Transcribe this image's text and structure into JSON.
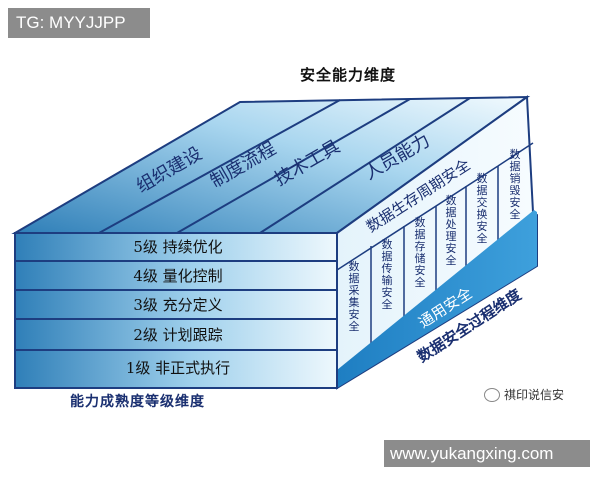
{
  "watermark_top": "TG: MYYJJPP",
  "title": "安全能力维度",
  "capability_faces": [
    "组织建设",
    "制度流程",
    "技术工具",
    "人员能力"
  ],
  "maturity_levels": [
    "5级 持续优化",
    "4级 量化控制",
    "3级 充分定义",
    "2级 计划跟踪",
    "1级 非正式执行"
  ],
  "lifecycle_label": "数据生存周期安全",
  "lifecycle_stages": [
    "数据采集安全",
    "数据传输安全",
    "数据存储安全",
    "数据处理安全",
    "数据交换安全",
    "数据销毁安全"
  ],
  "general_security": "通用安全",
  "process_dimension": "数据安全过程维度",
  "maturity_dimension": "能力成熟度等级维度",
  "wechat_account": "祺印说信安",
  "watermark_url": "www.yukangxing.com",
  "colors": {
    "face_blue": "#3a8fc6",
    "face_light": "#d6ecf7",
    "dark_text": "#1a2f70",
    "top_border": "#1d3d80"
  }
}
